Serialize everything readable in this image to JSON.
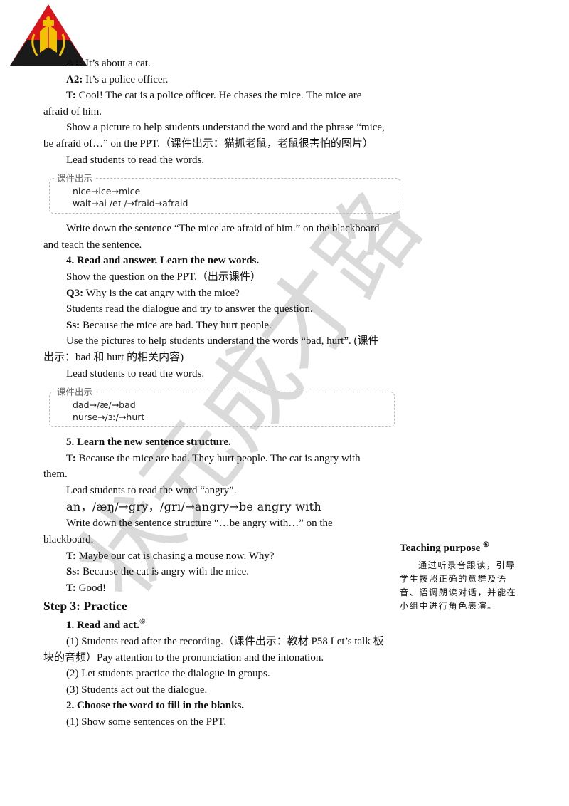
{
  "main": {
    "l1": {
      "s": "A1:",
      "t": " It’s about a cat."
    },
    "l2": {
      "s": "A2:",
      "t": " It’s a police officer."
    },
    "l3": {
      "s": "T:",
      "t": " Cool! The cat is a police officer. He chases the mice. The mice are afraid of him."
    },
    "l4": "Show a picture to help students understand the word and the phrase “mice, be afraid of…” on the PPT.（课件出示：猫抓老鼠，老鼠很害怕的图片）",
    "l5": "Lead students to read the words.",
    "box1": {
      "tag": "课件出示",
      "line1": "nice→ice→mice",
      "line2": "wait→ai /eɪ /→fraid→afraid"
    },
    "l6": "Write down the sentence “The mice are afraid of him.” on the blackboard and teach the sentence.",
    "h4": "4. Read and answer. Learn the new words.",
    "l7": "Show the question on the PPT.（出示课件）",
    "q3": {
      "s": "Q3:",
      "t": " Why is the cat angry with the mice?"
    },
    "l8": "Students read the dialogue and try to answer the question.",
    "ss1": {
      "s": "Ss:",
      "t": " Because the mice are bad. They hurt people."
    },
    "l9": "Use the pictures to help students understand the words “bad, hurt”. (课件出示：bad 和 hurt 的相关内容)",
    "l10": "Lead students to read the words.",
    "box2": {
      "tag": "课件出示",
      "line1": "dad→/æ/→bad",
      "line2": "nurse→/ɜː/→hurt"
    },
    "h5": "5. Learn the new sentence structure.",
    "t2": {
      "s": "T:",
      "t": " Because the mice are bad. They hurt people. The cat is angry with them."
    },
    "l11": "Lead students to read the word “angry”.",
    "phon": "an，/æŋ/→gry，/ɡri/→angry→be angry with",
    "l12": "Write down the sentence structure “…be angry with…” on the blackboard.",
    "t3": {
      "s": "T:",
      "t": " Maybe our cat is chasing a mouse now. Why?"
    },
    "ss2": {
      "s": "Ss:",
      "t": " Because the cat is angry with the mice."
    },
    "t4": {
      "s": "T:",
      "t": " Good!"
    },
    "step3": "Step 3: Practice",
    "h6": "1. Read and act.",
    "h6sup": "⑥",
    "p1": "(1) Students read after the recording.（课件出示：教材 P58 Let’s talk 板块的音频）Pay attention to the pronunciation and the intonation.",
    "p2": "(2) Let students practice the dialogue in groups.",
    "p3": "(3) Students act out the dialogue.",
    "h7": "2. Choose the word to fill in the blanks.",
    "p4": "(1) Show some sentences on the PPT."
  },
  "side": {
    "title": "Teaching purpose",
    "sup": "⑥",
    "text": "通过听录音跟读，引导学生按照正确的意群及语音、语调朗读对话，并能在小组中进行角色表演。"
  },
  "watermark": "状元成才路",
  "colors": {
    "logo_red": "#d8141c",
    "logo_black": "#1a1a1a",
    "logo_gold": "#f2c200",
    "watermark": "#d9d9d9"
  }
}
